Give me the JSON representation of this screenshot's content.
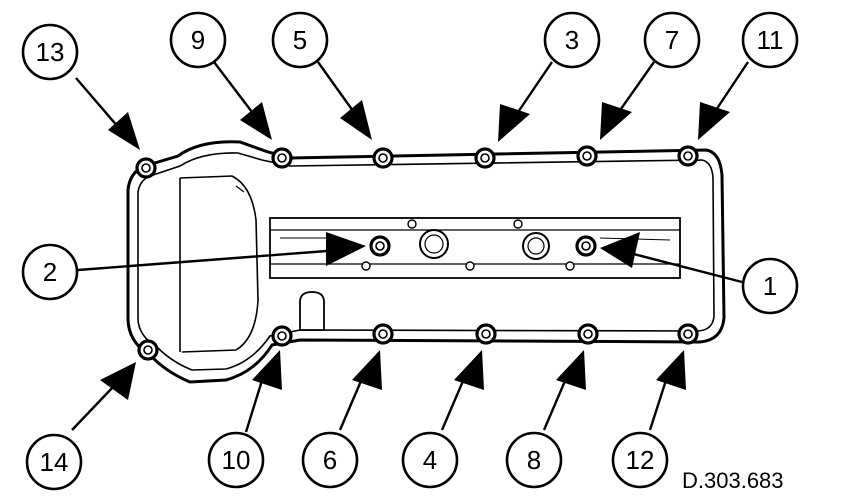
{
  "callouts": [
    {
      "id": "13",
      "label": "13"
    },
    {
      "id": "9",
      "label": "9"
    },
    {
      "id": "5",
      "label": "5"
    },
    {
      "id": "3",
      "label": "3"
    },
    {
      "id": "7",
      "label": "7"
    },
    {
      "id": "11",
      "label": "11"
    },
    {
      "id": "2",
      "label": "2"
    },
    {
      "id": "1",
      "label": "1"
    },
    {
      "id": "14",
      "label": "14"
    },
    {
      "id": "10",
      "label": "10"
    },
    {
      "id": "6",
      "label": "6"
    },
    {
      "id": "4",
      "label": "4"
    },
    {
      "id": "8",
      "label": "8"
    },
    {
      "id": "12",
      "label": "12"
    }
  ],
  "reference_code": "D.303.683",
  "colors": {
    "ink": "#000000",
    "paper": "#ffffff"
  }
}
